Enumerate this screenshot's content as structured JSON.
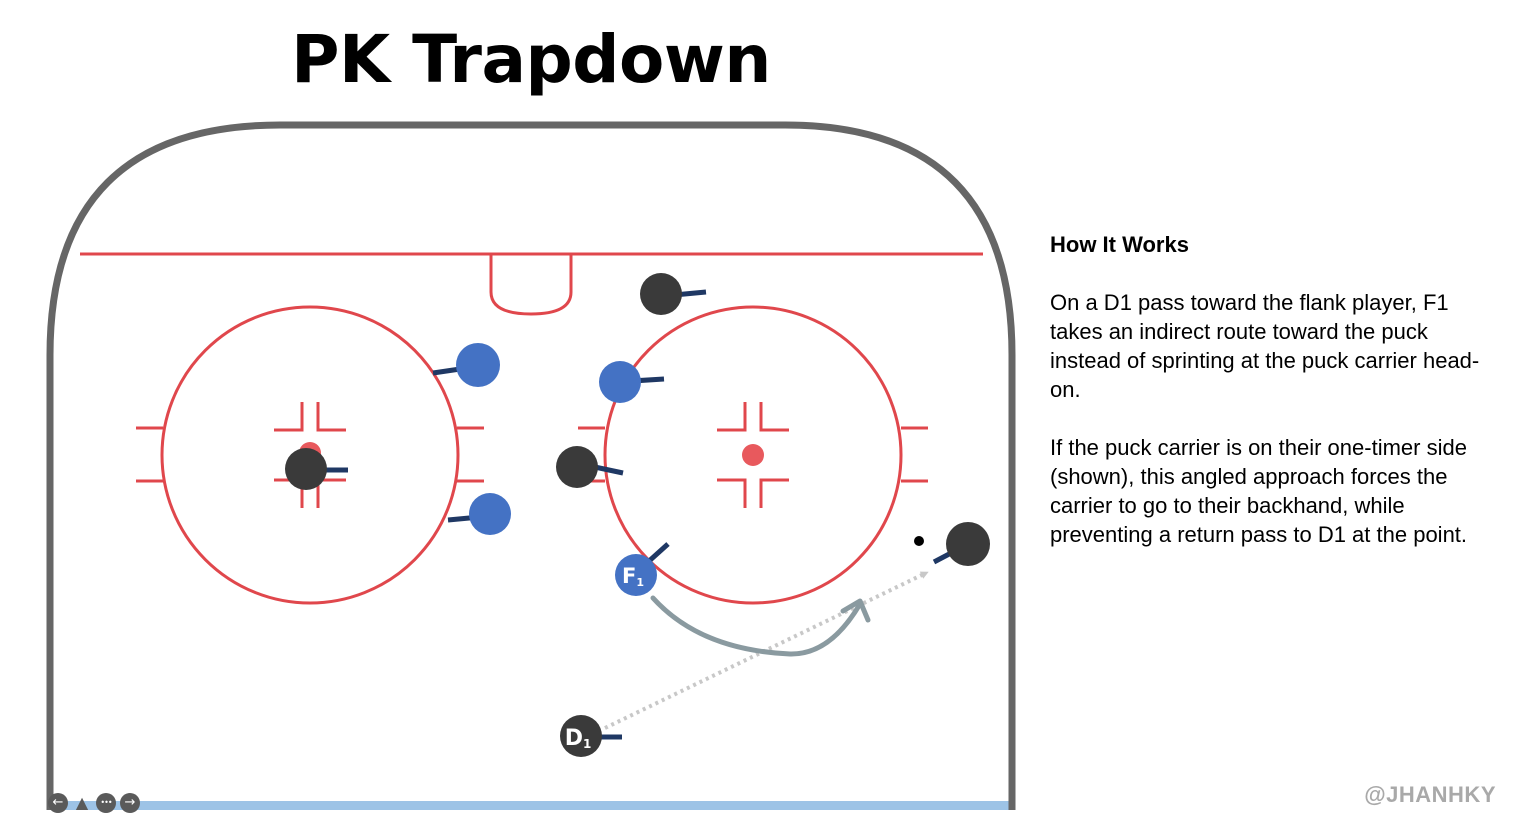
{
  "title": "PK Trapdown",
  "colors": {
    "boards": "#666666",
    "rink_lines": "#e0474c",
    "faceoff_dot": "#e8595d",
    "defender": "#4472c4",
    "attacker": "#3a3a3a",
    "stick": "#1f3864",
    "route_arrow": "#8a9aa0",
    "pass_line": "#c8c8c8",
    "ice_bottom": "#9dc3e6",
    "watermark": "#a9a9a9"
  },
  "players": {
    "f1_label": "F",
    "f1_sub": "1",
    "d1_label": "D",
    "d1_sub": "1"
  },
  "panel": {
    "heading": "How It Works",
    "paragraph1": "On a D1 pass toward the flank player, F1 takes an indirect route toward the puck instead of sprinting at the puck carrier head-on.",
    "paragraph2": "If the puck carrier is on their one-timer side (shown), this angled approach forces the carrier to go to their backhand, while preventing a return pass to D1 at the point."
  },
  "watermark": "@JHANHKY",
  "nav": {
    "prev_icon": "arrow-left-icon",
    "pointer_icon": "pointer-icon",
    "more_icon": "more-icon",
    "next_icon": "arrow-right-icon",
    "prev_glyph": "←",
    "pointer_glyph": "▲",
    "more_glyph": "•••",
    "next_glyph": "→"
  }
}
